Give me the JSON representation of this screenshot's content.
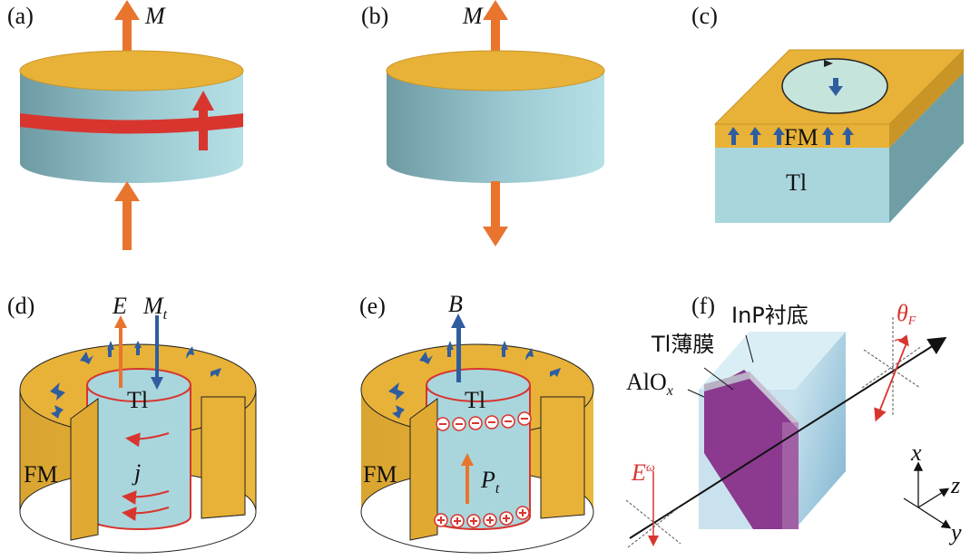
{
  "panels": {
    "a": {
      "tag": "(a)",
      "magnetization": "M"
    },
    "b": {
      "tag": "(b)",
      "magnetization": "M"
    },
    "c": {
      "tag": "(c)",
      "ferromagnet": "FM",
      "insulator": "Tl"
    },
    "d": {
      "tag": "(d)",
      "field": "E",
      "moment": "M",
      "moment_sub": "t",
      "core": "Tl",
      "shell": "FM",
      "current": "j"
    },
    "e": {
      "tag": "(e)",
      "field": "B",
      "core": "Tl",
      "shell": "FM",
      "polarization": "P",
      "polarization_sub": "t"
    },
    "f": {
      "tag": "(f)",
      "substrate": "InP衬底",
      "film": "Tl薄膜",
      "cap": "AlO",
      "cap_sub": "x",
      "incident_field": "E",
      "incident_sup": "ω",
      "faraday_angle": "θ",
      "faraday_sub": "F",
      "axes": {
        "x": "x",
        "y": "y",
        "z": "z"
      }
    }
  },
  "colors": {
    "gold": "#e8b238",
    "gold_dark": "#c99527",
    "teal": "#a9d6dd",
    "teal_dark": "#6f9ea6",
    "orange_arrow": "#e8742e",
    "red_band": "#d8352f",
    "blue_arrow": "#2f5d9f",
    "purple": "#8b3a8f",
    "light_blue": "#bcdcec"
  }
}
